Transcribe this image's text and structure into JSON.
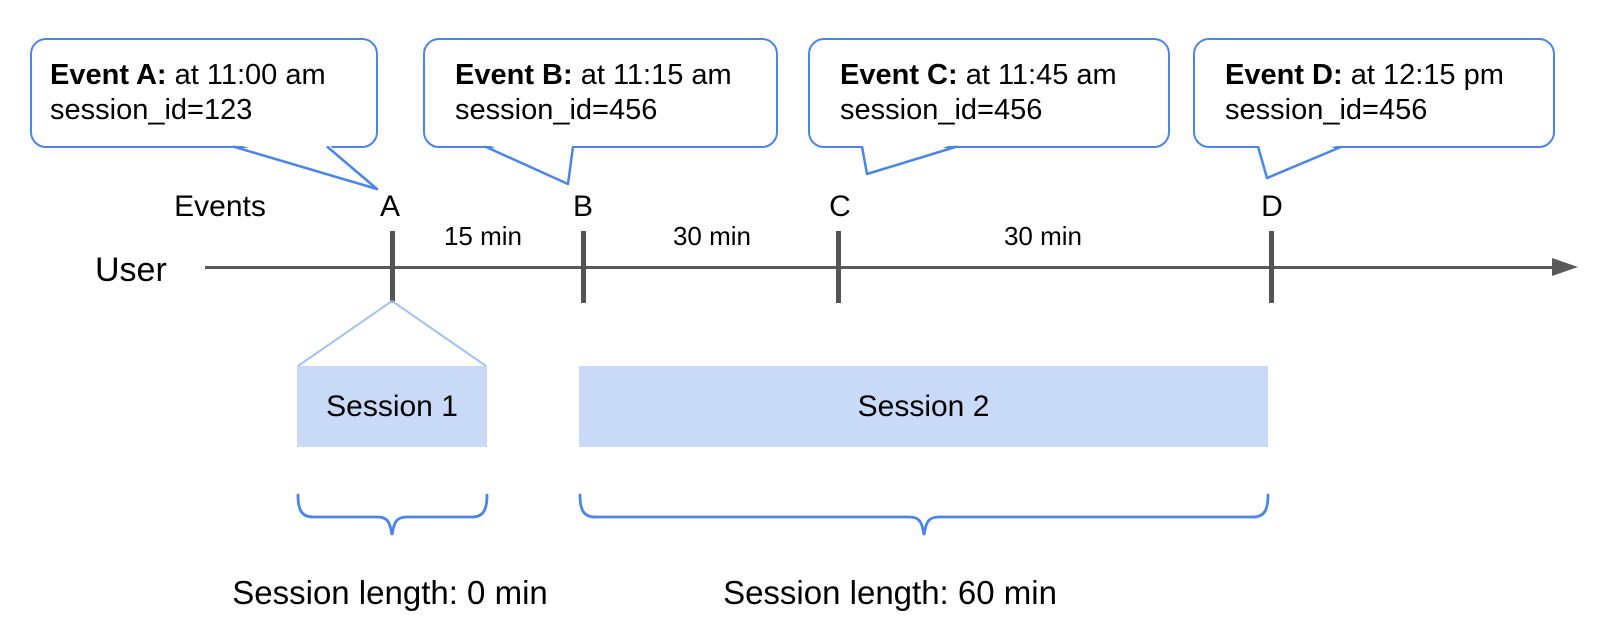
{
  "colors": {
    "accent_blue": "#4a86e8",
    "session_fill": "#c9daf8",
    "funnel_blue": "#a4c2f4",
    "axis_gray": "#595959",
    "text": "#000000"
  },
  "callouts": [
    {
      "bold": "Event A:",
      "rest": " at 11:00 am",
      "line2": "session_id=123"
    },
    {
      "bold": "Event B:",
      "rest": " at 11:15 am",
      "line2": "session_id=456"
    },
    {
      "bold": "Event C:",
      "rest": " at 11:45 am",
      "line2": "session_id=456"
    },
    {
      "bold": "Event D:",
      "rest": " at 12:15 pm",
      "line2": "session_id=456"
    }
  ],
  "timeline": {
    "events_label": "Events",
    "axis_label": "User",
    "marks": [
      "A",
      "B",
      "C",
      "D"
    ],
    "intervals": [
      "15 min",
      "30 min",
      "30 min"
    ]
  },
  "sessions": [
    {
      "label": "Session 1",
      "length_label": "Session length: 0 min"
    },
    {
      "label": "Session 2",
      "length_label": "Session length: 60 min"
    }
  ]
}
